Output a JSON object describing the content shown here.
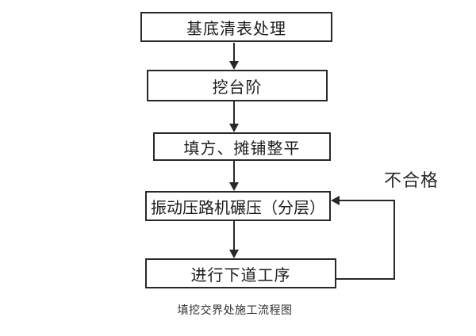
{
  "page": {
    "background_color": "#ffffff",
    "line_color": "#282828",
    "text_color": "#1c1c1c"
  },
  "flowchart": {
    "caption": "填挖交界处施工流程图",
    "feedback_label": "不合格",
    "steps": [
      {
        "id": "step-1",
        "label": "基底清表处理"
      },
      {
        "id": "step-2",
        "label": "挖台阶"
      },
      {
        "id": "step-3",
        "label": "填方、摊铺整平"
      },
      {
        "id": "step-4",
        "label": "振动压路机碾压（分层）"
      },
      {
        "id": "step-5",
        "label": "进行下道工序"
      }
    ],
    "connections": [
      {
        "from": "step-1",
        "to": "step-2",
        "type": "arrow-down"
      },
      {
        "from": "step-2",
        "to": "step-3",
        "type": "arrow-down"
      },
      {
        "from": "step-3",
        "to": "step-4",
        "type": "arrow-down"
      },
      {
        "from": "step-4",
        "to": "step-5",
        "type": "arrow-down"
      },
      {
        "from": "step-5",
        "to": "step-4",
        "type": "feedback-loop-right",
        "label": "不合格"
      }
    ]
  }
}
